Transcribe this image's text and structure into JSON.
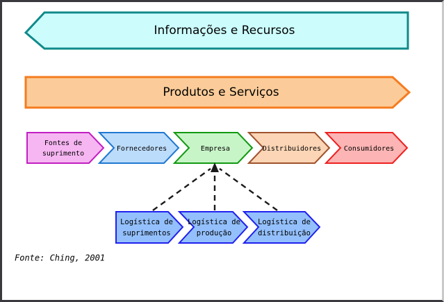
{
  "diagram": {
    "title_flow": {
      "label": "Informações e Recursos",
      "direction": "left",
      "fill": "#ccfcfc",
      "stroke": "#108a8a"
    },
    "product_flow": {
      "label": "Produtos e Serviços",
      "direction": "right",
      "fill": "#fbcc99",
      "stroke": "#f57c1f"
    },
    "chain_nodes": [
      {
        "label_lines": [
          "Fontes de",
          "suprimento"
        ],
        "fill": "#f6b6f2",
        "stroke": "#c21fc2"
      },
      {
        "label_lines": [
          "Fornecedores"
        ],
        "fill": "#bcdcfb",
        "stroke": "#1f78d1"
      },
      {
        "label_lines": [
          "Empresa"
        ],
        "fill": "#c8f5c8",
        "stroke": "#119911"
      },
      {
        "label_lines": [
          "Distribuidores"
        ],
        "fill": "#fbd5b5",
        "stroke": "#a0522d"
      },
      {
        "label_lines": [
          "Consumidores"
        ],
        "fill": "#fcb4b4",
        "stroke": "#ef2020"
      }
    ],
    "logistics_nodes": [
      {
        "label_lines": [
          "Logística de",
          "suprimentos"
        ],
        "fill": "#93c0fc",
        "stroke": "#2020ee"
      },
      {
        "label_lines": [
          "Logística de",
          "produção"
        ],
        "fill": "#93c0fc",
        "stroke": "#2020ee"
      },
      {
        "label_lines": [
          "Logística de",
          "distribuição"
        ],
        "fill": "#93c0fc",
        "stroke": "#2020ee"
      }
    ],
    "source_note": "Fonte: Ching, 2001"
  }
}
